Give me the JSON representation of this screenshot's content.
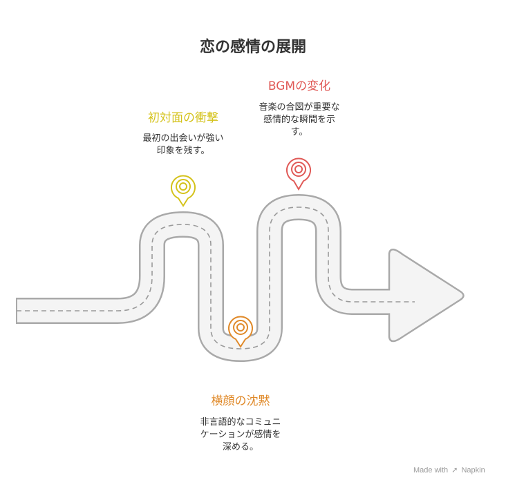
{
  "title": "恋の感情の展開",
  "milestones": [
    {
      "title": "初対面の衝撃",
      "desc_line1": "最初の出会いが強い",
      "desc_line2": "印象を残す。",
      "color": "#d4c21a"
    },
    {
      "title": "BGMの変化",
      "desc_line1": "音楽の合図が重要な",
      "desc_line2": "感情的な瞬間を示",
      "desc_line3": "す。",
      "color": "#e05a57"
    },
    {
      "title": "横顔の沈黙",
      "desc_line1": "非言語的なコミュニ",
      "desc_line2": "ケーションが感情を",
      "desc_line3": "深める。",
      "color": "#e08a2a"
    }
  ],
  "branding": {
    "made_with": "Made with",
    "brand": "Napkin"
  }
}
